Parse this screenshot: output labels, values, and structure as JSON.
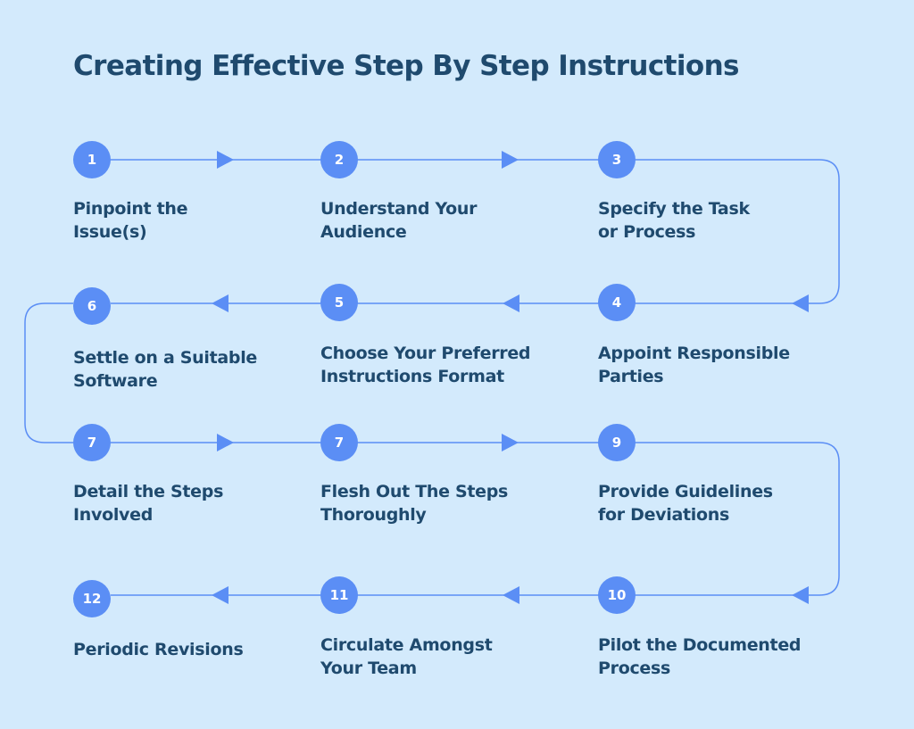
{
  "title": "Creating Effective Step By Step Instructions",
  "colors": {
    "background": "#d3eafc",
    "accent": "#5b8ef5",
    "text": "#1f4a6e"
  },
  "steps": [
    {
      "number": "1",
      "line1": "Pinpoint the",
      "line2": "Issue(s)"
    },
    {
      "number": "2",
      "line1": "Understand Your",
      "line2": "Audience"
    },
    {
      "number": "3",
      "line1": "Specify the Task",
      "line2": "or Process"
    },
    {
      "number": "4",
      "line1": "Appoint Responsible",
      "line2": "Parties"
    },
    {
      "number": "5",
      "line1": "Choose Your Preferred",
      "line2": "Instructions Format"
    },
    {
      "number": "6",
      "line1": "Settle on a Suitable",
      "line2": "Software"
    },
    {
      "number": "7",
      "line1": "Detail the Steps",
      "line2": "Involved"
    },
    {
      "number": "7",
      "line1": "Flesh Out The Steps",
      "line2": "Thoroughly"
    },
    {
      "number": "9",
      "line1": "Provide Guidelines",
      "line2": "for Deviations"
    },
    {
      "number": "10",
      "line1": "Pilot the Documented",
      "line2": "Process"
    },
    {
      "number": "11",
      "line1": "Circulate Amongst",
      "line2": "Your Team"
    },
    {
      "number": "12",
      "line1": "Periodic Revisions",
      "line2": ""
    }
  ]
}
